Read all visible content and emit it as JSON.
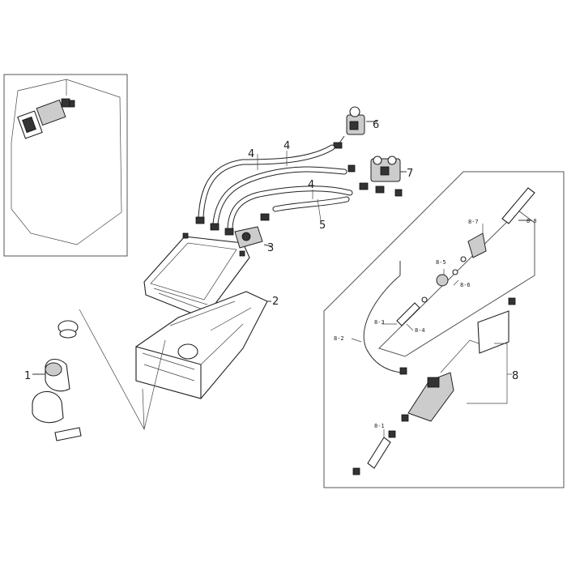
{
  "callouts": {
    "c1": "1",
    "c2": "2",
    "c3": "3",
    "c4a": "4",
    "c4b": "4",
    "c4c": "4",
    "c5": "5",
    "c6": "6",
    "c7": "7",
    "c8": "8",
    "c8_1": "8-1",
    "c8_2": "8-2",
    "c8_3": "8-3",
    "c8_4": "8-4",
    "c8_5": "8-5",
    "c8_6": "8-6",
    "c8_7": "8-7",
    "c8_8": "8-8"
  }
}
